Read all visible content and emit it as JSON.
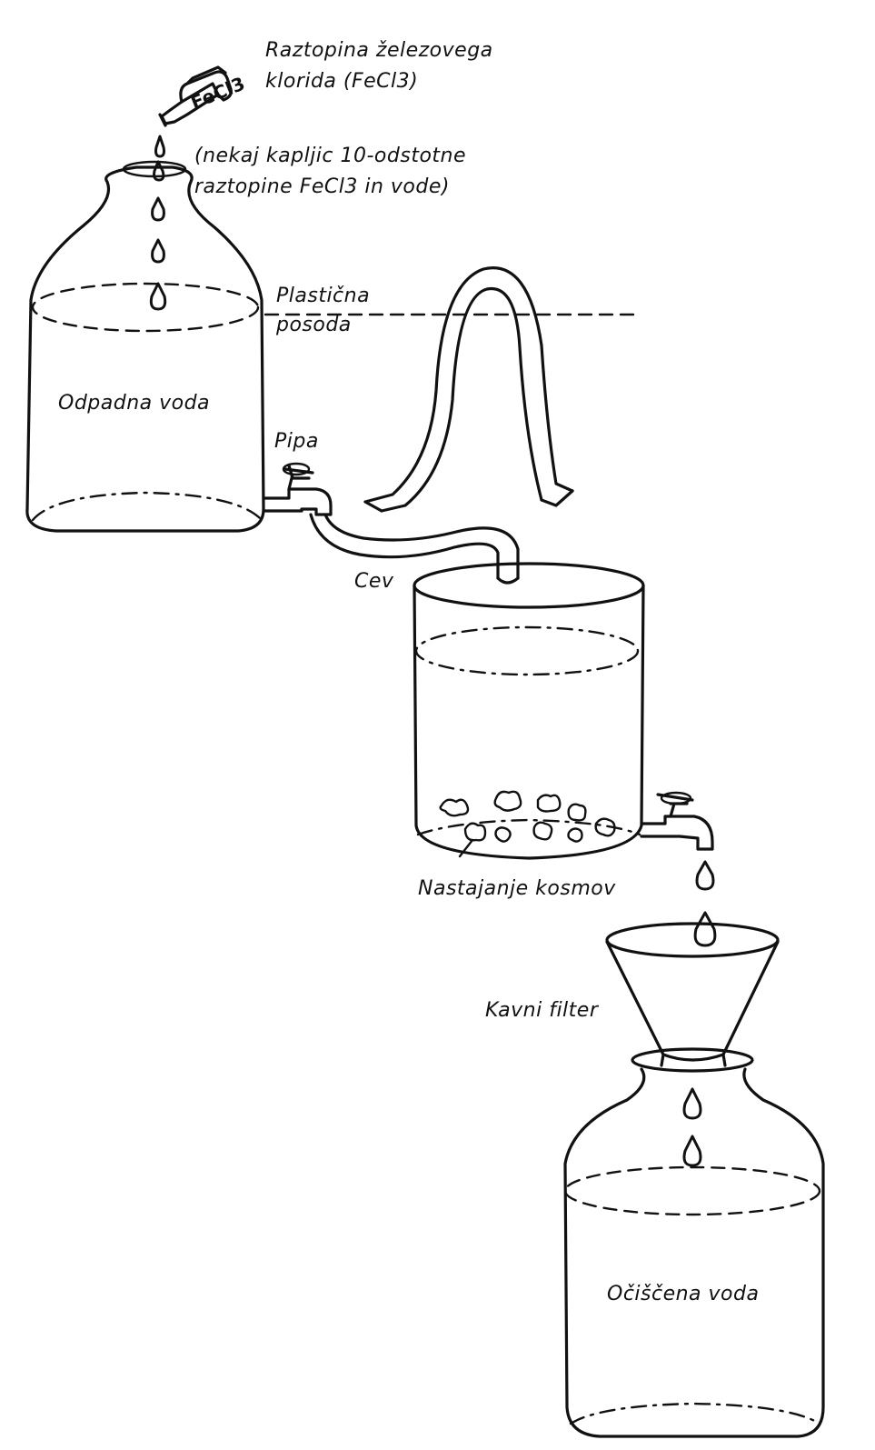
{
  "labels": {
    "fecl3_solution_line1": "Raztopina železovega",
    "fecl3_solution_line2": "klorida (FeCl3)",
    "drops_note_line1": "(nekaj kapljic 10-odstotne",
    "drops_note_line2": "raztopine FeCl3 in vode)",
    "plastic_container_line1": "Plastična",
    "plastic_container_line2": "posoda",
    "waste_water": "Odpadna voda",
    "tap": "Pipa",
    "hose": "Cev",
    "floc_formation": "Nastajanje kosmov",
    "coffee_filter": "Kavni filter",
    "clean_water": "Očiščena voda",
    "bottle_label": "FeCl3"
  }
}
